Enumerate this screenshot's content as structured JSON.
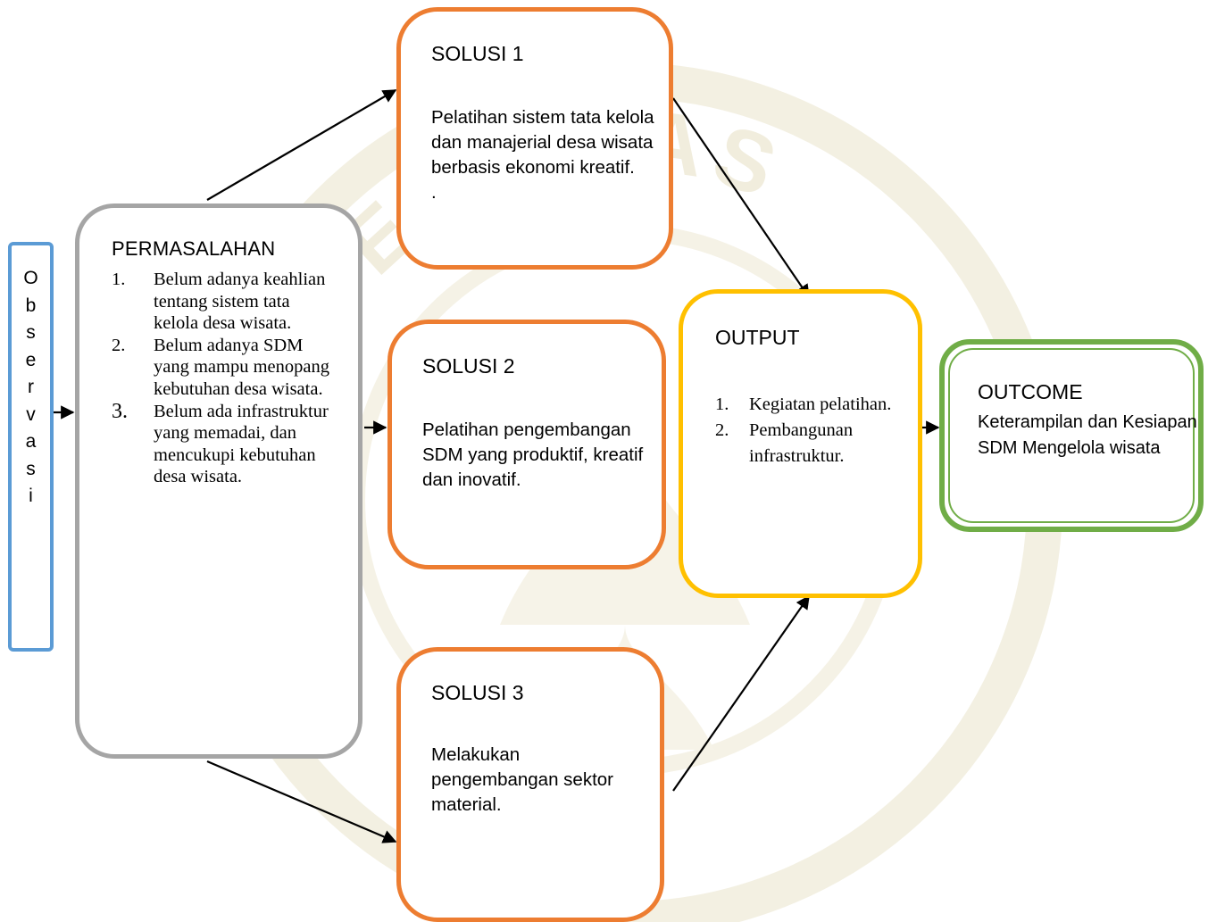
{
  "observasi": {
    "letters": [
      "O",
      "b",
      "s",
      "e",
      "r",
      "v",
      "a",
      "s",
      "i"
    ]
  },
  "permasalahan": {
    "title": "PERMASALAHAN",
    "items": [
      {
        "num": "1.",
        "text": "Belum adanya keahlian  tentang sistem tata kelola desa wisata."
      },
      {
        "num": "2.",
        "text": "Belum adanya SDM yang mampu menopang kebutuhan desa wisata."
      },
      {
        "num": "3.",
        "text": "Belum ada infrastruktur yang memadai, dan mencukupi kebutuhan desa wisata."
      }
    ]
  },
  "solusi": [
    {
      "title": "SOLUSI 1",
      "body": "Pelatihan sistem tata kelola dan manajerial desa wisata berbasis ekonomi kreatif.",
      "extra": "."
    },
    {
      "title": "SOLUSI 2",
      "body": "Pelatihan pengembangan SDM yang produktif, kreatif dan inovatif.",
      "extra": ""
    },
    {
      "title": "SOLUSI 3",
      "body": "Melakukan pengembangan sektor material.",
      "extra": ""
    }
  ],
  "output": {
    "title": "OUTPUT",
    "items": [
      {
        "num": "1.",
        "text": "Kegiatan pelatihan."
      },
      {
        "num": "2.",
        "text": "Pembangunan infrastruktur."
      }
    ]
  },
  "outcome": {
    "title": "OUTCOME",
    "body": "Keterampilan dan Kesiapan SDM Mengelola wisata"
  },
  "colors": {
    "observasi_border": "#5b9bd5",
    "permasalahan_border": "#a5a5a5",
    "solusi_border": "#ed7d31",
    "output_border": "#ffc000",
    "outcome_border": "#70ad47",
    "watermark": "#f3f0e2"
  },
  "watermark_text": "UNIVERSITAS"
}
